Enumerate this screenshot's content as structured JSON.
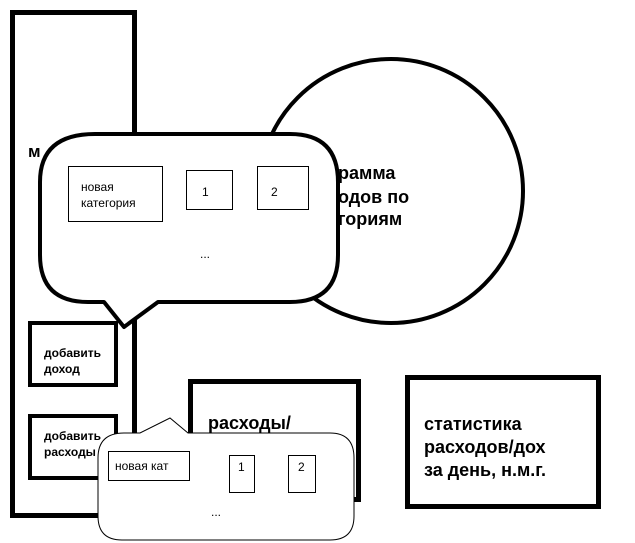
{
  "sidebar": {
    "menu_label": "м",
    "add_income": {
      "line1": "добавить",
      "line2": "доход"
    },
    "add_expense": {
      "line1": "добавить",
      "line2": "расходы"
    }
  },
  "pie_chart": {
    "line1": "рамма",
    "line2": "одов по",
    "line3": "гориям"
  },
  "expenses_box": {
    "label": "расходы/"
  },
  "stats_box": {
    "line1": "статистика",
    "line2": "расходов/дох",
    "line3": "за день, н.м.г."
  },
  "popup_top": {
    "new_category": {
      "line1": "новая",
      "line2": "категория"
    },
    "items": [
      "1",
      "2"
    ],
    "more": "..."
  },
  "popup_bottom": {
    "new_category": "новая кат",
    "items": [
      "1",
      "2"
    ],
    "more": "..."
  }
}
